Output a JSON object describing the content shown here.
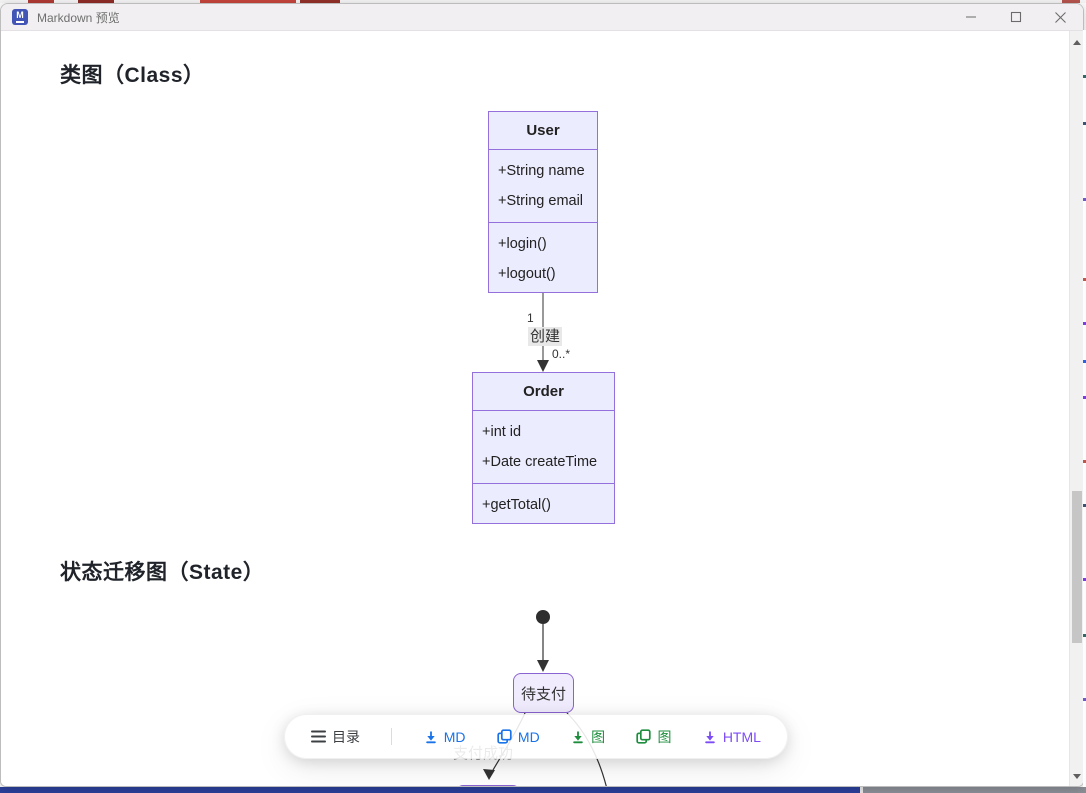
{
  "window": {
    "title": "Markdown 预览",
    "app_icon": "markdown-logo-icon",
    "controls": {
      "minimize": "minimize-icon",
      "maximize": "maximize-icon",
      "close": "close-icon"
    }
  },
  "content": {
    "headings": [
      "类图（Class）",
      "状态迁移图（State）"
    ]
  },
  "class_diagram": {
    "classes": [
      {
        "name": "User",
        "attributes": [
          "+String name",
          "+String email"
        ],
        "methods": [
          "+login()",
          "+logout()"
        ]
      },
      {
        "name": "Order",
        "attributes": [
          "+int id",
          "+Date createTime"
        ],
        "methods": [
          "+getTotal()"
        ]
      }
    ],
    "relation": {
      "label": "创建",
      "source_cardinality": "1",
      "target_cardinality": "0..*"
    }
  },
  "state_diagram": {
    "initial": "start-dot",
    "states": [
      {
        "label": "待支付"
      }
    ],
    "transition_label": "支付成功"
  },
  "toolbar": {
    "buttons": [
      {
        "icon": "menu-icon",
        "label": "目录",
        "color": "#3d4043"
      },
      {
        "icon": "download-icon",
        "label": "MD",
        "color": "#1a73e8"
      },
      {
        "icon": "copy-icon",
        "label": "MD",
        "color": "#1a73e8"
      },
      {
        "icon": "download-icon",
        "label": "图",
        "color": "#1e8e3e"
      },
      {
        "icon": "copy-icon",
        "label": "图",
        "color": "#1e8e3e"
      },
      {
        "icon": "download-icon",
        "label": "HTML",
        "color": "#7d4cf5"
      }
    ]
  },
  "colors": {
    "class_fill": "#ECECFF",
    "class_border": "#9370DB",
    "edge_stroke": "#333333",
    "accent_blue": "#1a73e8",
    "accent_green": "#1e8e3e",
    "accent_purple": "#7d4cf5",
    "bottom_bar": "#2b3f9a",
    "titlebar_bg": "#f1eff1"
  }
}
